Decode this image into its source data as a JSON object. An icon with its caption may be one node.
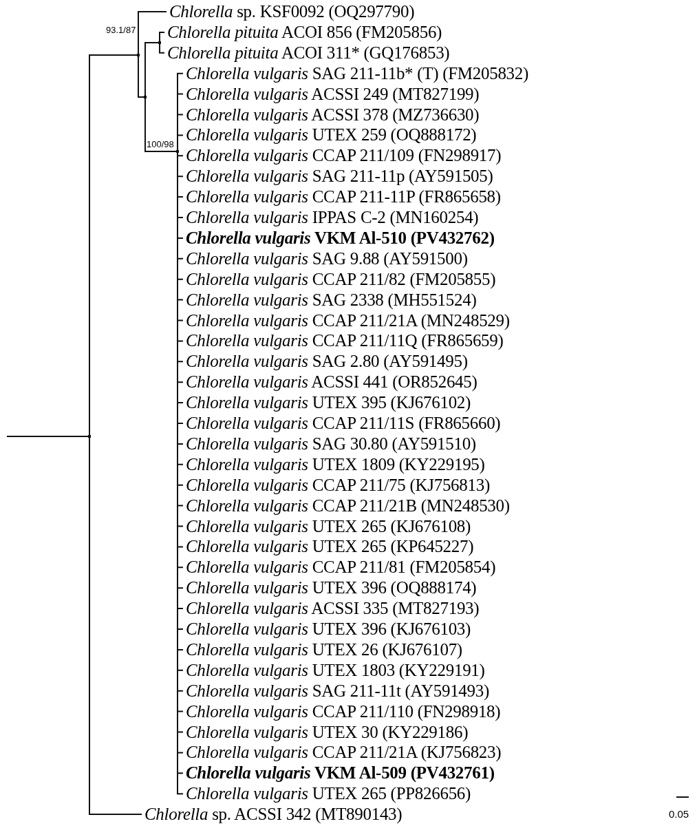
{
  "diagram": {
    "nodes": [
      {
        "text": [],
        "shape": "point"
      },
      {
        "text": [],
        "shape": "point"
      },
      {
        "text": [
          "*Chlorella* sp. KSF0092 (OQ297790)"
        ]
      },
      {
        "text": [],
        "shape": "point"
      },
      {
        "text": [],
        "shape": "point"
      },
      {
        "text": [
          "*Chlorella pituita* ACOI 856 (FM205856)"
        ]
      },
      {
        "text": [
          "*Chlorella pituita* ACOI 311* (GQ176853)"
        ]
      },
      {
        "text": [],
        "shape": "point"
      },
      {
        "text": [
          "*Chlorella vulgaris* SAG 211-11b* (T) (FM205832)"
        ]
      },
      {
        "text": [
          "*Chlorella vulgaris* ACSSI 249 (MT827199)"
        ]
      },
      {
        "text": [
          "*Chlorella vulgaris* ACSSI 378 (MZ736630)"
        ]
      },
      {
        "text": [
          "*Chlorella vulgaris* UTEX 259 (OQ888172)"
        ]
      },
      {
        "text": [
          "*Chlorella vulgaris* CCAP 211/109 (FN298917)"
        ]
      },
      {
        "text": [
          "*Chlorella vulgaris* SAG 211-11p (AY591505)"
        ]
      },
      {
        "text": [
          "*Chlorella vulgaris* CCAP 211-11P (FR865658)"
        ]
      },
      {
        "text": [
          "*Chlorella vulgaris* IPPAS C-2 (MN160254)"
        ]
      },
      {
        "text": [
          "***Chlorella vulgaris* VKM Al-510 (PV432762)**"
        ]
      },
      {
        "text": [
          "*Chlorella vulgaris* SAG 9.88 (AY591500)"
        ]
      },
      {
        "text": [
          "*Chlorella vulgaris* CCAP 211/82 (FM205855)"
        ]
      },
      {
        "text": [
          "*Chlorella vulgaris* SAG 2338 (MH551524)"
        ]
      },
      {
        "text": [
          "*Chlorella vulgaris* CCAP 211/21A (MN248529)"
        ]
      },
      {
        "text": [
          "*Chlorella vulgaris* CCAP 211/11Q (FR865659)"
        ]
      },
      {
        "text": [
          "*Chlorella vulgaris* SAG 2.80 (AY591495)"
        ]
      },
      {
        "text": [
          "*Chlorella vulgaris* ACSSI 441 (OR852645)"
        ]
      },
      {
        "text": [
          "*Chlorella vulgaris* UTEX 395 (KJ676102)"
        ]
      },
      {
        "text": [
          "*Chlorella vulgaris* CCAP 211/11S (FR865660)"
        ]
      },
      {
        "text": [
          "*Chlorella vulgaris* SAG 30.80 (AY591510)"
        ]
      },
      {
        "text": [
          "*Chlorella vulgaris* UTEX 1809 (KY229195)"
        ]
      },
      {
        "text": [
          "*Chlorella vulgaris* CCAP 211/75 (KJ756813)"
        ]
      },
      {
        "text": [
          "*Chlorella vulgaris* CCAP 211/21B (MN248530)"
        ]
      },
      {
        "text": [
          "*Chlorella vulgaris* UTEX 265 (KJ676108)"
        ]
      },
      {
        "text": [
          "*Chlorella vulgaris* UTEX 265 (KP645227)"
        ]
      },
      {
        "text": [
          "*Chlorella vulgaris* CCAP 211/81 (FM205854)"
        ]
      },
      {
        "text": [
          "*Chlorella vulgaris* UTEX 396 (OQ888174)"
        ]
      },
      {
        "text": [
          "*Chlorella vulgaris* ACSSI 335 (MT827193)"
        ]
      },
      {
        "text": [
          "*Chlorella vulgaris* UTEX 396 (KJ676103)"
        ]
      },
      {
        "text": [
          "*Chlorella vulgaris* UTEX 26 (KJ676107)"
        ]
      },
      {
        "text": [
          "*Chlorella vulgaris* UTEX 1803 (KY229191)"
        ]
      },
      {
        "text": [
          "*Chlorella vulgaris* SAG 211-11t (AY591493)"
        ]
      },
      {
        "text": [
          "*Chlorella vulgaris* CCAP 211/110 (FN298918)"
        ]
      },
      {
        "text": [
          "*Chlorella vulgaris* UTEX 30 (KY229186)"
        ]
      },
      {
        "text": [
          "*Chlorella vulgaris* CCAP 211/21A (KJ756823)"
        ]
      },
      {
        "text": [
          "***Chlorella vulgaris* VKM Al-509 (PV432761)**"
        ]
      },
      {
        "text": [
          "*Chlorella vulgaris* UTEX 265 (PP826656)"
        ]
      },
      {
        "text": [
          "*Chlorella* sp. ACSSI 342 (MT890143)"
        ]
      }
    ],
    "edges": [
      {
        "from": null,
        "to": 0,
        "arrow": "none"
      },
      {
        "from": 0,
        "to": 1,
        "arrow": "none"
      },
      {
        "from": 1,
        "to": 2,
        "arrow": "none"
      },
      {
        "from": 1,
        "to": 3,
        "arrow": "none"
      },
      {
        "from": 3,
        "to": 4,
        "arrow": "none"
      },
      {
        "from": 4,
        "to": 5,
        "arrow": "none"
      },
      {
        "from": 4,
        "to": 6,
        "arrow": "none"
      },
      {
        "from": 3,
        "to": 7,
        "arrow": "none"
      },
      {
        "from": 7,
        "to": 8,
        "arrow": "none"
      },
      {
        "from": 7,
        "to": 9,
        "arrow": "none"
      },
      {
        "from": 7,
        "to": 10,
        "arrow": "none"
      },
      {
        "from": 7,
        "to": 11,
        "arrow": "none"
      },
      {
        "from": 7,
        "to": 12,
        "arrow": "none"
      },
      {
        "from": 7,
        "to": 13,
        "arrow": "none"
      },
      {
        "from": 7,
        "to": 14,
        "arrow": "none"
      },
      {
        "from": 7,
        "to": 15,
        "arrow": "none"
      },
      {
        "from": 7,
        "to": 16,
        "arrow": "none"
      },
      {
        "from": 7,
        "to": 17,
        "arrow": "none"
      },
      {
        "from": 7,
        "to": 18,
        "arrow": "none"
      },
      {
        "from": 7,
        "to": 19,
        "arrow": "none"
      },
      {
        "from": 7,
        "to": 20,
        "arrow": "none"
      },
      {
        "from": 7,
        "to": 21,
        "arrow": "none"
      },
      {
        "from": 7,
        "to": 22,
        "arrow": "none"
      },
      {
        "from": 7,
        "to": 23,
        "arrow": "none"
      },
      {
        "from": 7,
        "to": 24,
        "arrow": "none"
      },
      {
        "from": 7,
        "to": 25,
        "arrow": "none"
      },
      {
        "from": 7,
        "to": 26,
        "arrow": "none"
      },
      {
        "from": 7,
        "to": 27,
        "arrow": "none"
      },
      {
        "from": 7,
        "to": 28,
        "arrow": "none"
      },
      {
        "from": 7,
        "to": 29,
        "arrow": "none"
      },
      {
        "from": 7,
        "to": 30,
        "arrow": "none"
      },
      {
        "from": 7,
        "to": 31,
        "arrow": "none"
      },
      {
        "from": 7,
        "to": 32,
        "arrow": "none"
      },
      {
        "from": 7,
        "to": 33,
        "arrow": "none"
      },
      {
        "from": 7,
        "to": 34,
        "arrow": "none"
      },
      {
        "from": 7,
        "to": 35,
        "arrow": "none"
      },
      {
        "from": 7,
        "to": 36,
        "arrow": "none"
      },
      {
        "from": 7,
        "to": 37,
        "arrow": "none"
      },
      {
        "from": 7,
        "to": 38,
        "arrow": "none"
      },
      {
        "from": 7,
        "to": 39,
        "arrow": "none"
      },
      {
        "from": 7,
        "to": 40,
        "arrow": "none"
      },
      {
        "from": 7,
        "to": 41,
        "arrow": "none"
      },
      {
        "from": 7,
        "to": 42,
        "arrow": "none"
      },
      {
        "from": 7,
        "to": 43,
        "arrow": "none"
      },
      {
        "from": 0,
        "to": 44,
        "arrow": "none"
      }
    ],
    "labels": [
      "93.1/87",
      "100/98",
      "0.05"
    ]
  }
}
